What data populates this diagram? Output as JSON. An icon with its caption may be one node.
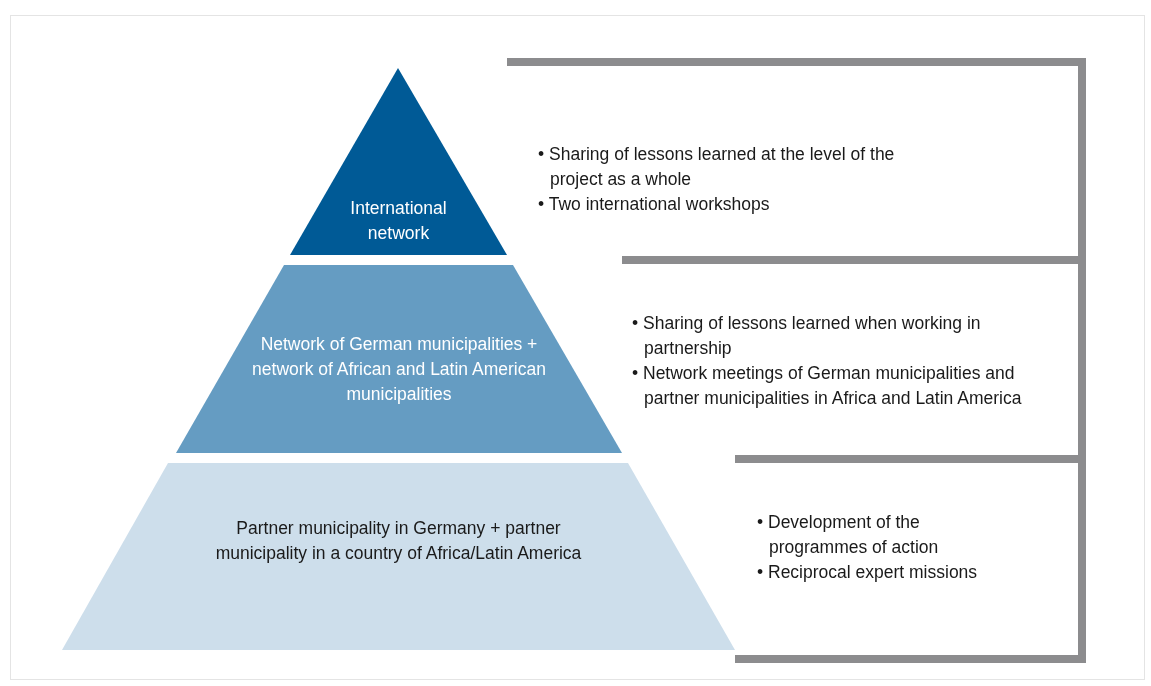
{
  "diagram": {
    "nodes": [
      {
        "text": [
          "International network"
        ]
      },
      {
        "text": [
          "Network of German municipalities + network of African and Latin American municipalities"
        ]
      },
      {
        "text": [
          "Partner municipality in Germany + partner municipality in a country of Africa/Latin America"
        ]
      },
      {
        "text": [
          "• Sharing of lessons learned at the level of the project as a whole",
          "• Two international workshops"
        ]
      },
      {
        "text": [
          "• Sharing of lessons learned when working in partnership",
          "• Network meetings of German municipalities and partner municipalities in Africa and Latin America"
        ]
      },
      {
        "text": [
          "• Development of the programmes of action",
          "• Reciprocal expert missions"
        ]
      }
    ]
  }
}
